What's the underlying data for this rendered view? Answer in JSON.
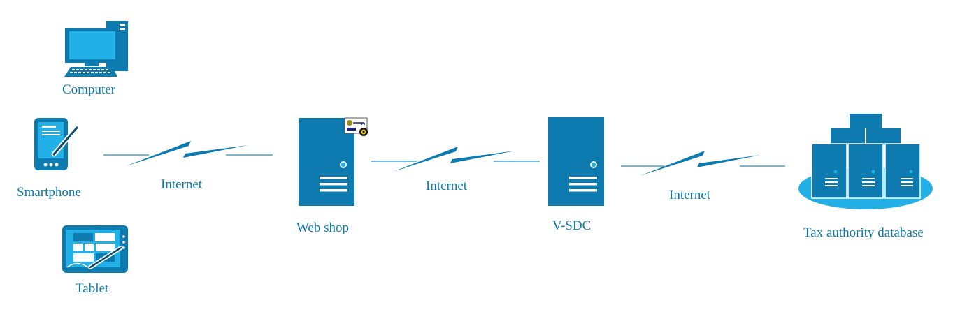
{
  "colors": {
    "primary": "#0e7bb0",
    "light": "#22b0e6",
    "medium": "#1a8ec8"
  },
  "devices": {
    "computer": {
      "label": "Computer",
      "icon": "desktop-computer-icon"
    },
    "smartphone": {
      "label": "Smartphone",
      "icon": "smartphone-icon"
    },
    "tablet": {
      "label": "Tablet",
      "icon": "tablet-icon"
    }
  },
  "nodes": {
    "web_shop": {
      "label": "Web shop",
      "icon": "server-icon",
      "badge": "certificate-key-icon"
    },
    "vsdc": {
      "label": "V-SDC",
      "icon": "server-icon"
    },
    "tax_db": {
      "label": "Tax authority database",
      "icon": "server-cluster-icon"
    }
  },
  "links": [
    {
      "label": "Internet",
      "icon": "lightning-link-icon"
    },
    {
      "label": "Internet",
      "icon": "lightning-link-icon"
    },
    {
      "label": "Internet",
      "icon": "lightning-link-icon"
    }
  ]
}
